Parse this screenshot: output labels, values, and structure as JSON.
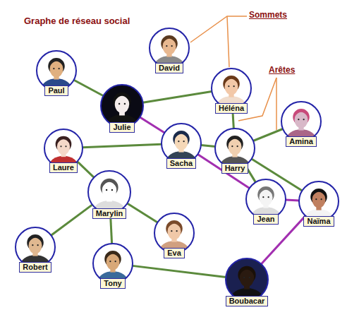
{
  "diagram": {
    "title": "Graphe de réseau social",
    "nodes": [
      {
        "text": [
          "David"
        ]
      },
      {
        "text": [
          "Paul"
        ]
      },
      {
        "text": [
          "Héléna"
        ]
      },
      {
        "text": [
          "Julie"
        ]
      },
      {
        "text": [
          "Amina"
        ]
      },
      {
        "text": [
          "Laure"
        ]
      },
      {
        "text": [
          "Sacha"
        ]
      },
      {
        "text": [
          "Harry"
        ]
      },
      {
        "text": [
          "Marylin"
        ]
      },
      {
        "text": [
          "Jean"
        ]
      },
      {
        "text": [
          "Naïma"
        ]
      },
      {
        "text": [
          "Eva"
        ]
      },
      {
        "text": [
          "Robert"
        ]
      },
      {
        "text": [
          "Tony"
        ]
      },
      {
        "text": [
          "Boubacar"
        ]
      }
    ],
    "edges": [
      {
        "from": 1,
        "to": 3,
        "arrow": "none"
      },
      {
        "from": 3,
        "to": 2,
        "arrow": "none"
      },
      {
        "from": 3,
        "to": 6,
        "arrow": "none"
      },
      {
        "from": 5,
        "to": 6,
        "arrow": "none"
      },
      {
        "from": 6,
        "to": 7,
        "arrow": "none"
      },
      {
        "from": 2,
        "to": 7,
        "arrow": "none"
      },
      {
        "from": 7,
        "to": 4,
        "arrow": "none"
      },
      {
        "from": 7,
        "to": 9,
        "arrow": "none"
      },
      {
        "from": 7,
        "to": 10,
        "arrow": "none"
      },
      {
        "from": 6,
        "to": 9,
        "arrow": "none"
      },
      {
        "from": 9,
        "to": 10,
        "arrow": "none"
      },
      {
        "from": 10,
        "to": 14,
        "arrow": "none"
      },
      {
        "from": 5,
        "to": 8,
        "arrow": "none"
      },
      {
        "from": 8,
        "to": 12,
        "arrow": "none"
      },
      {
        "from": 8,
        "to": 11,
        "arrow": "none"
      },
      {
        "from": 8,
        "to": 13,
        "arrow": "none"
      },
      {
        "from": 13,
        "to": 14,
        "arrow": "none"
      }
    ],
    "labels": [
      "Sommets",
      "Arêtes"
    ]
  }
}
